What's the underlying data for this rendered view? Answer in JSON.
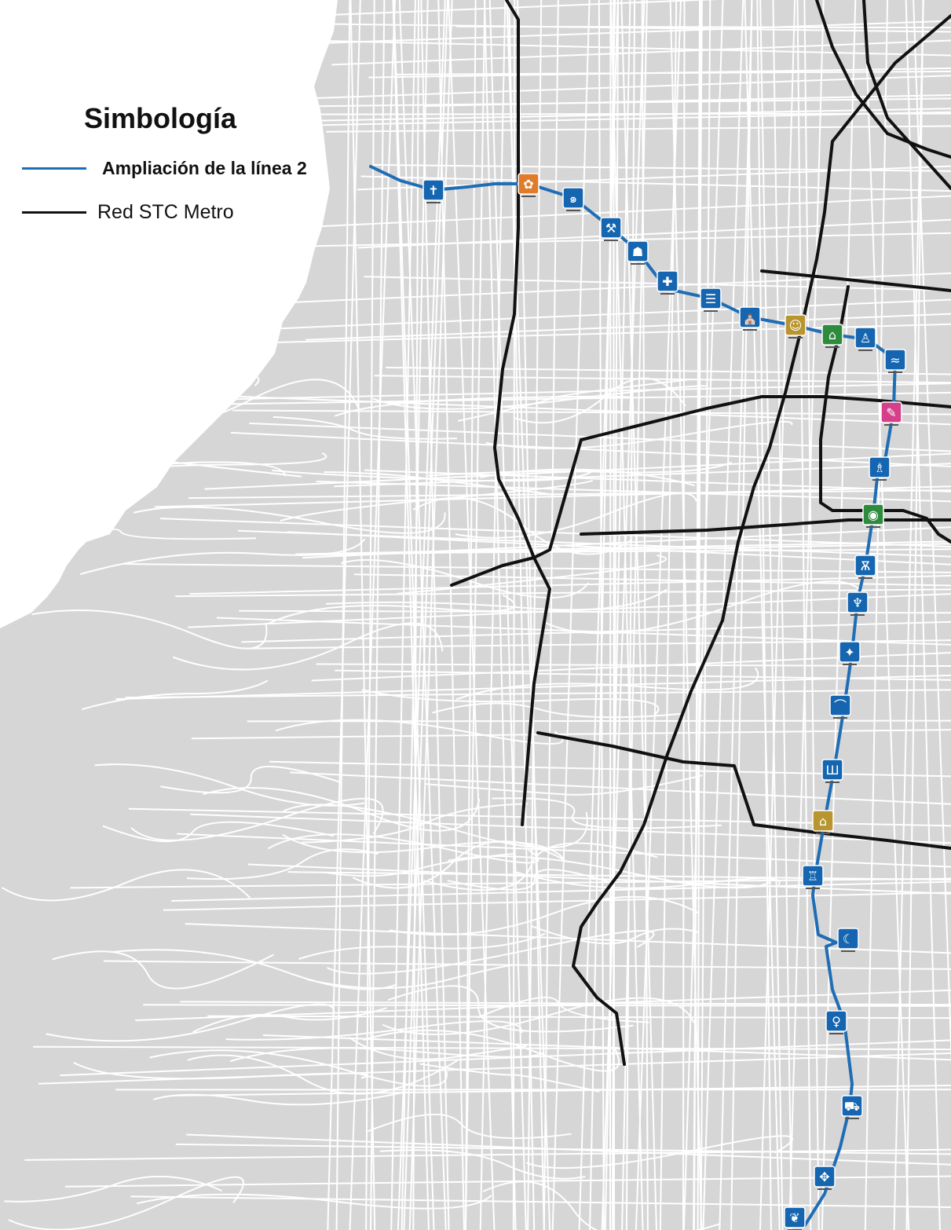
{
  "legend": {
    "title": "Simbología",
    "items": [
      {
        "label": "Ampliación de la línea 2",
        "color": "#1f6db5",
        "kind": "line"
      },
      {
        "label": "Red STC Metro",
        "color": "#111111",
        "kind": "line"
      }
    ]
  },
  "colors": {
    "background_land": "#d6d6d6",
    "outside_area": "#ffffff",
    "streets": "#ffffff",
    "metro_network": "#111111",
    "line2_extension": "#1f6db5",
    "station_icon": "#1565b0"
  },
  "stations": [
    {
      "icon": "tomb-icon",
      "color": "#1565b0"
    },
    {
      "icon": "transfer-flowers-icon",
      "color": "#e07b2a"
    },
    {
      "icon": "swirl-icon",
      "color": "#1565b0"
    },
    {
      "icon": "worker-icon",
      "color": "#1565b0"
    },
    {
      "icon": "turtle-icon",
      "color": "#1565b0"
    },
    {
      "icon": "cross-icon",
      "color": "#1565b0"
    },
    {
      "icon": "ladder-icon",
      "color": "#1565b0"
    },
    {
      "icon": "church-icon",
      "color": "#1565b0"
    },
    {
      "icon": "face-transfer-icon",
      "color": "#b8952e"
    },
    {
      "icon": "temple-transfer-icon",
      "color": "#2e8b3e"
    },
    {
      "icon": "bust-icon",
      "color": "#1565b0"
    },
    {
      "icon": "wave-icon",
      "color": "#1565b0"
    },
    {
      "icon": "pink-transfer-icon",
      "color": "#d6408a"
    },
    {
      "icon": "statue-icon",
      "color": "#1565b0"
    },
    {
      "icon": "circle-transfer-icon",
      "color": "#2e8b3e"
    },
    {
      "icon": "vase-icon",
      "color": "#1565b0"
    },
    {
      "icon": "palm-icon",
      "color": "#1565b0"
    },
    {
      "icon": "crab-icon",
      "color": "#1565b0"
    },
    {
      "icon": "arch-icon",
      "color": "#1565b0"
    },
    {
      "icon": "columns-icon",
      "color": "#1565b0"
    },
    {
      "icon": "house-transfer-icon",
      "color": "#b8952e"
    },
    {
      "icon": "monument-icon",
      "color": "#1565b0"
    },
    {
      "icon": "moon-icon",
      "color": "#1565b0"
    },
    {
      "icon": "virgin-icon",
      "color": "#1565b0"
    },
    {
      "icon": "car-icon",
      "color": "#1565b0"
    },
    {
      "icon": "grapes-icon",
      "color": "#1565b0"
    },
    {
      "icon": "leaves-icon",
      "color": "#1565b0"
    }
  ]
}
